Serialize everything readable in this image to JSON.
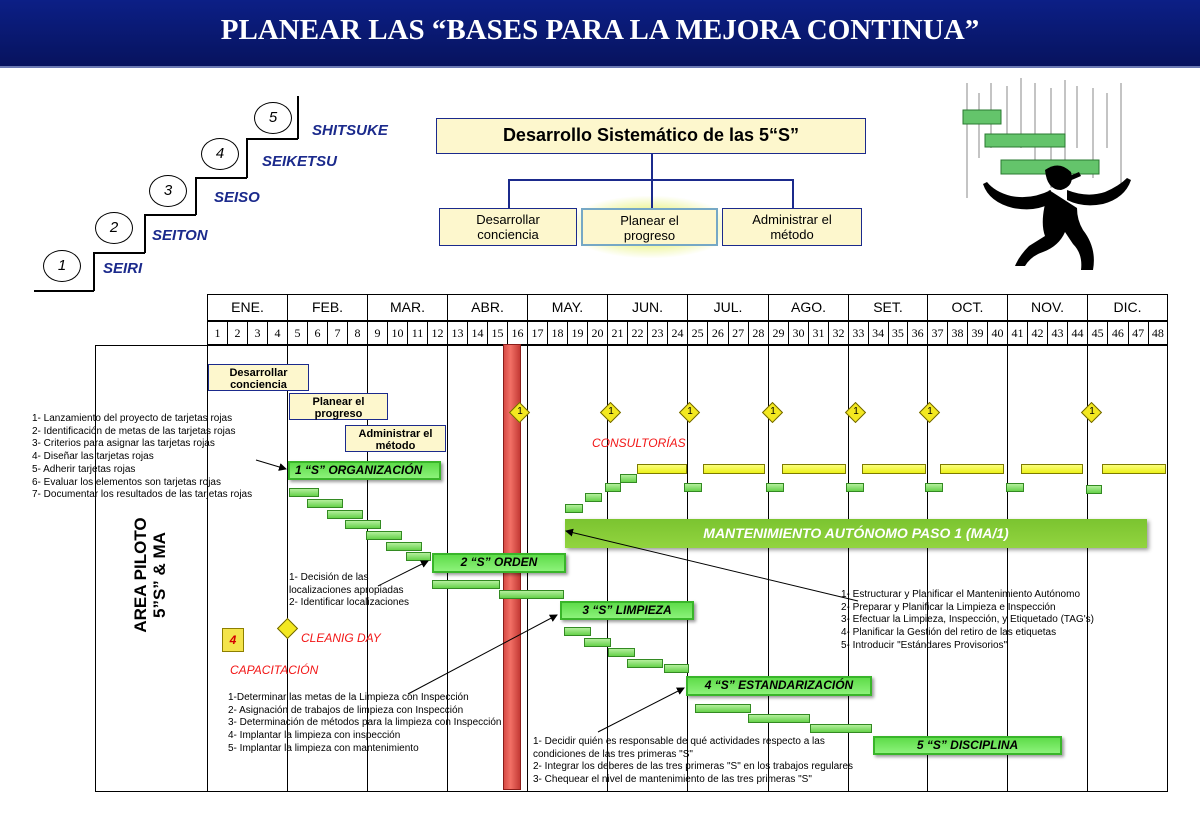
{
  "title": "PLANEAR LAS “BASES PARA LA MEJORA CONTINUA”",
  "stairs": [
    {
      "num": "1",
      "label": "SEIRI"
    },
    {
      "num": "2",
      "label": "SEITON"
    },
    {
      "num": "3",
      "label": "SEISO"
    },
    {
      "num": "4",
      "label": "SEIKETSU"
    },
    {
      "num": "5",
      "label": "SHITSUKE"
    }
  ],
  "tree": {
    "title": "Desarrollo Sistemático de las 5“S”",
    "children": [
      "Desarrollar\nconciencia",
      "Planear el\nprogreso",
      "Administrar el\nmétodo"
    ]
  },
  "months": [
    "ENE.",
    "FEB.",
    "MAR.",
    "ABR.",
    "MAY.",
    "JUN.",
    "JUL.",
    "AGO.",
    "SET.",
    "OCT.",
    "NOV.",
    "DIC."
  ],
  "weeks": [
    "1",
    "2",
    "3",
    "4",
    "5",
    "6",
    "7",
    "8",
    "9",
    "10",
    "11",
    "12",
    "13",
    "14",
    "15",
    "16",
    "17",
    "18",
    "19",
    "20",
    "21",
    "22",
    "23",
    "24",
    "25",
    "26",
    "27",
    "28",
    "29",
    "30",
    "31",
    "32",
    "33",
    "34",
    "35",
    "36",
    "37",
    "38",
    "39",
    "40",
    "41",
    "42",
    "43",
    "44",
    "45",
    "46",
    "47",
    "48"
  ],
  "phases": [
    "Desarrollar\nconciencia",
    "Planear el\nprogreso",
    "Administrar el\nmétodo"
  ],
  "milestone_label": "1",
  "consultorias": "CONSULTORÍAS",
  "s_steps": [
    "1 “S” ORGANIZACIÓN",
    "2 “S” ORDEN",
    "3 “S” LIMPIEZA",
    "4 “S” ESTANDARIZACIÓN",
    "5 “S” DISCIPLINA"
  ],
  "mantenimiento": "MANTENIMIENTO AUTÓNOMO PASO 1 (MA/1)",
  "area_label": [
    "AREA PILOTO",
    "5”S” & MA"
  ],
  "capacitacion": "CAPACITACIÓN",
  "capacitacion_icon": "4",
  "cleaning_day": "CLEANIG DAY",
  "notes": {
    "tarjetas": [
      "1- Lanzamiento del proyecto de tarjetas rojas",
      "2- Identificación de metas de las tarjetas rojas",
      "3- Criterios para asignar las tarjetas rojas",
      "4- Diseñar las tarjetas rojas",
      "5- Adherir tarjetas rojas",
      "6- Evaluar los elementos son tarjetas rojas",
      "7- Documentar los resultados de las tarjetas rojas"
    ],
    "orden": [
      "1- Decisión de las",
      "localizaciones apropiadas",
      "2- Identificar localizaciones"
    ],
    "limpieza": [
      "1-Determinar las metas de la Limpieza con Inspección",
      "2- Asignación de trabajos de limpieza con Inspección",
      "3- Determinación de métodos para la limpieza con Inspección",
      "4- Implantar la limpieza con inspección",
      "5- Implantar la limpieza con mantenimiento"
    ],
    "disciplina": [
      "1- Decidir quién es responsable de qué actividades respecto a las",
      "condiciones de las tres primeras \"S\"",
      "2- Integrar los deberes de las tres primeras \"S\" en los trabajos regulares",
      "3- Chequear el nivel de mantenimiento de las tres primeras \"S\""
    ],
    "mantenimiento": [
      "1- Estructurar y Planificar el Mantenimiento Autónomo",
      "2- Preparar y Planificar la Limpieza e Inspección",
      "3- Efectuar la Limpieza, Inspección, y Etiquetado (TAG's)",
      "4- Planificar la Gestión del retiro de las etiquetas",
      "5- Introducir \"Estándares Provisorios\""
    ]
  }
}
